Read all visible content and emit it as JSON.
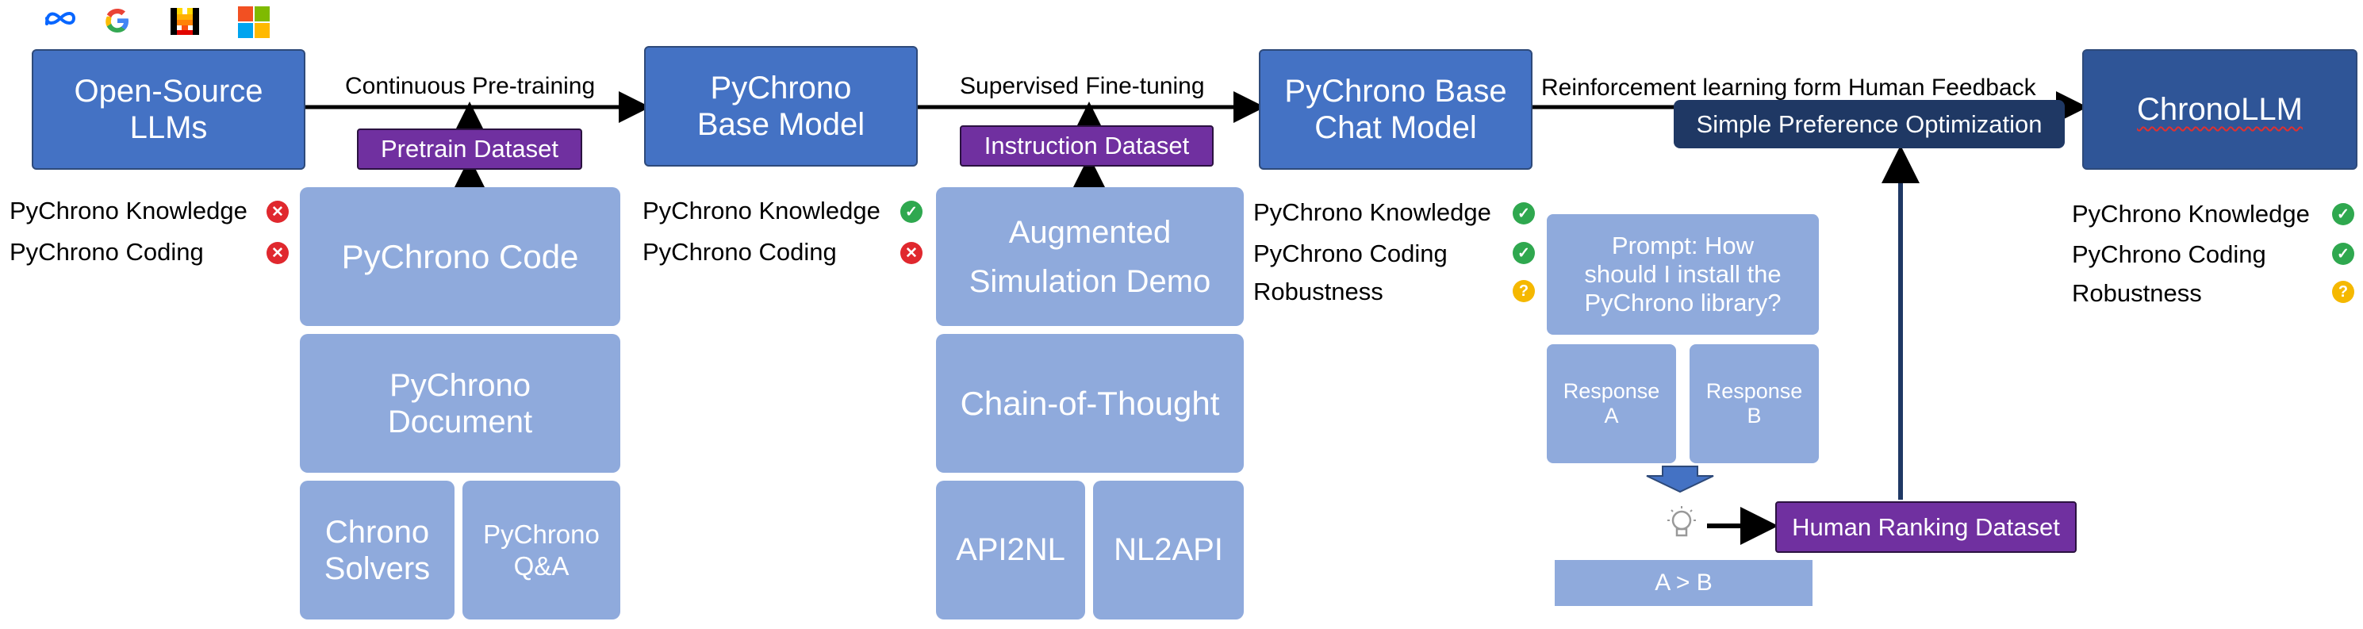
{
  "logos": {
    "meta": "meta-logo",
    "google": "google-logo",
    "mistral": "mistral-logo",
    "microsoft": "microsoft-logo"
  },
  "stages": {
    "open_source": "Open-Source\nLLMs",
    "base_model": "PyChrono\nBase Model",
    "chat_model": "PyChrono Base\nChat Model",
    "chronollm": "ChronoLLM"
  },
  "edges": {
    "cpt": "Continuous Pre-training",
    "sft": "Supervised Fine-tuning",
    "rlhf": "Reinforcement learning form Human Feedback"
  },
  "datasets": {
    "pretrain": "Pretrain Dataset",
    "instruction": "Instruction Dataset",
    "human_ranking": "Human Ranking Dataset",
    "simpo": "Simple Preference Optimization"
  },
  "pretrain_boxes": {
    "code": "PyChrono Code",
    "document": "PyChrono\nDocument",
    "solvers": "Chrono\nSolvers",
    "qa": "PyChrono\nQ&A"
  },
  "instruction_boxes": {
    "augmented": "Augmented\nSimulation Demo",
    "cot": "Chain-of-Thought",
    "api2nl": "API2NL",
    "nl2api": "NL2API"
  },
  "rlhf_panel": {
    "prompt": "Prompt: How\nshould I install the\nPyChrono library?",
    "response_a": "Response\nA",
    "response_b": "Response\nB",
    "compare": "A > B"
  },
  "capabilities": {
    "knowledge": "PyChrono Knowledge",
    "coding": "PyChrono Coding",
    "robustness": "Robustness"
  },
  "status_colors": {
    "ok": "#2fa84f",
    "no": "#e0282e",
    "partial": "#f5b800"
  },
  "accent_colors": {
    "stage": "#4472c4",
    "dataset_box": "#8faadc",
    "dataset_label": "#7030a0",
    "simpo": "#1f3864"
  }
}
